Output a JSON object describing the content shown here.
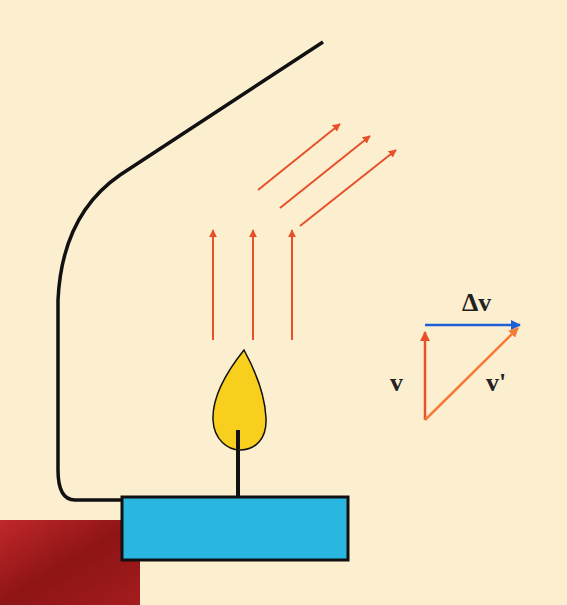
{
  "diagram": {
    "labels": [
      "Δv",
      "v",
      "v'"
    ]
  }
}
